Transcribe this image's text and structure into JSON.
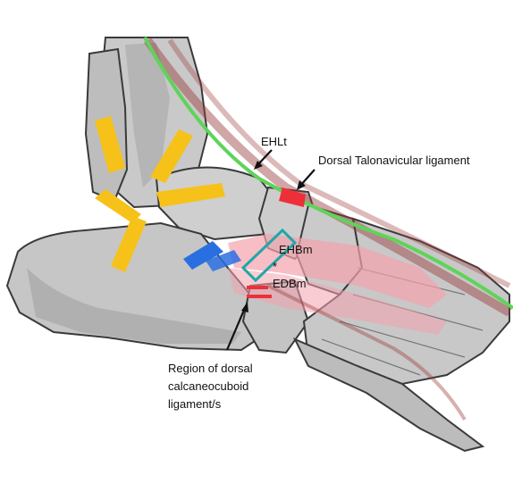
{
  "labels": {
    "ehlt": "EHLt",
    "dorsal_talonavicular": "Dorsal Talonavicular ligament",
    "ehbm": "EHBm",
    "asterisk": "*",
    "edbm": "EDBm",
    "calcaneocuboid_line1": "Region of dorsal",
    "calcaneocuboid_line2": "calcaneocuboid",
    "calcaneocuboid_line3": "ligament/s"
  },
  "colors": {
    "background": "#ffffff",
    "bone_fill": "#c9c9c9",
    "bone_dark": "#8f8f8f",
    "bone_outline": "#3a3a3a",
    "tendon_green": "#5fd35a",
    "ligament_yellow": "#f6c21a",
    "ligament_red": "#ee2f3a",
    "ligament_blue": "#2a6fe0",
    "muscle_pink": "#f3a2ad",
    "muscle_dark_red": "#9a3a3a",
    "box_teal": "#1fa7a7",
    "text": "#111111"
  }
}
